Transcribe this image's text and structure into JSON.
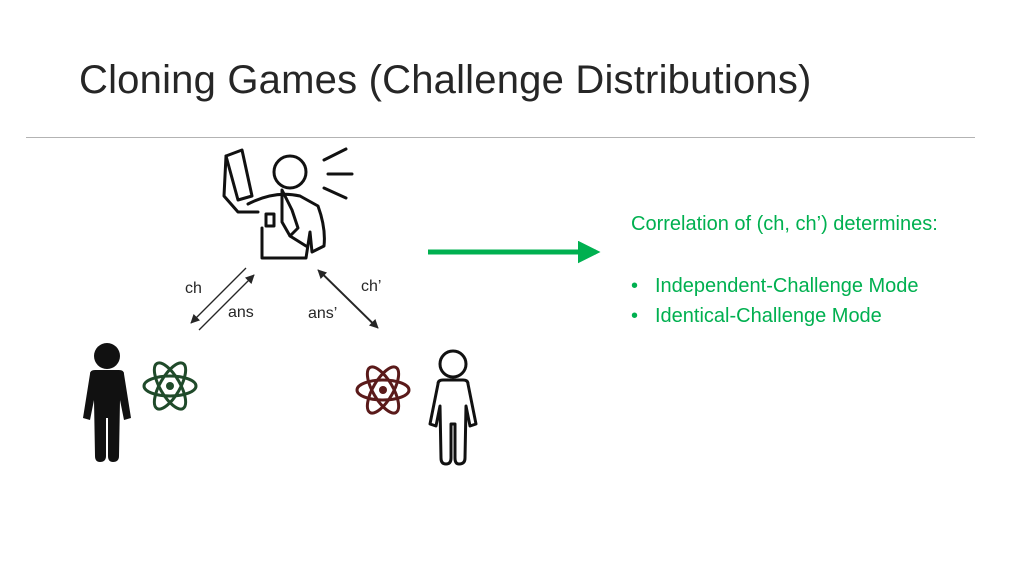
{
  "slide": {
    "title": "Cloning Games (Challenge Distributions)"
  },
  "diagram": {
    "labels": {
      "ch_left": "ch",
      "ans_left": "ans",
      "ch_right": "ch’",
      "ans_right": "ans’"
    },
    "colors": {
      "left_atom": "#1f4a2a",
      "right_atom": "#5a1a1a",
      "arrow": "#00b050",
      "text": "#262626"
    },
    "icons": [
      "referee-icon",
      "megaphone-icon",
      "solid-person-icon",
      "outline-person-icon",
      "atom-icon",
      "arrow-right-icon"
    ]
  },
  "info": {
    "heading": "Correlation of (ch, ch’) determines:",
    "modes": [
      "Independent-Challenge Mode",
      "Identical-Challenge Mode"
    ],
    "color": "#00b050"
  }
}
